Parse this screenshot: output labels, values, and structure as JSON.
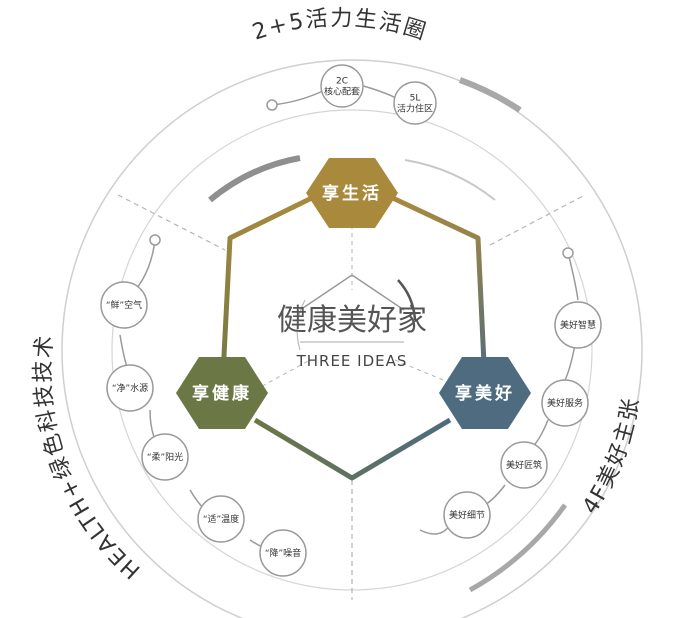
{
  "outer_titles": {
    "top": "2+5活力生活圈",
    "left": "HEALTH+绿色科技技术",
    "right": "4F美好主张"
  },
  "core": {
    "title": "健康美好家",
    "subtitle": "THREE IDEAS"
  },
  "hexagons": {
    "top": "享生活",
    "left": "享健康",
    "right": "享美好"
  },
  "top_nodes": [
    {
      "line1": "2C",
      "line2": "核心配套"
    },
    {
      "line1": "5L",
      "line2": "活力住区"
    }
  ],
  "left_nodes": [
    "“鲜”空气",
    "“净”水源",
    "“柔”阳光",
    "“适”温度",
    "“降”噪音"
  ],
  "right_nodes": [
    "美好智慧",
    "美好服务",
    "美好匠筑",
    "美好细节"
  ],
  "colors": {
    "top_hex": "#a98a3d",
    "left_hex": "#6b7745",
    "right_hex": "#4e6b80",
    "ring": "#c8c8c8",
    "accent_ring": "#9a9a9a"
  }
}
